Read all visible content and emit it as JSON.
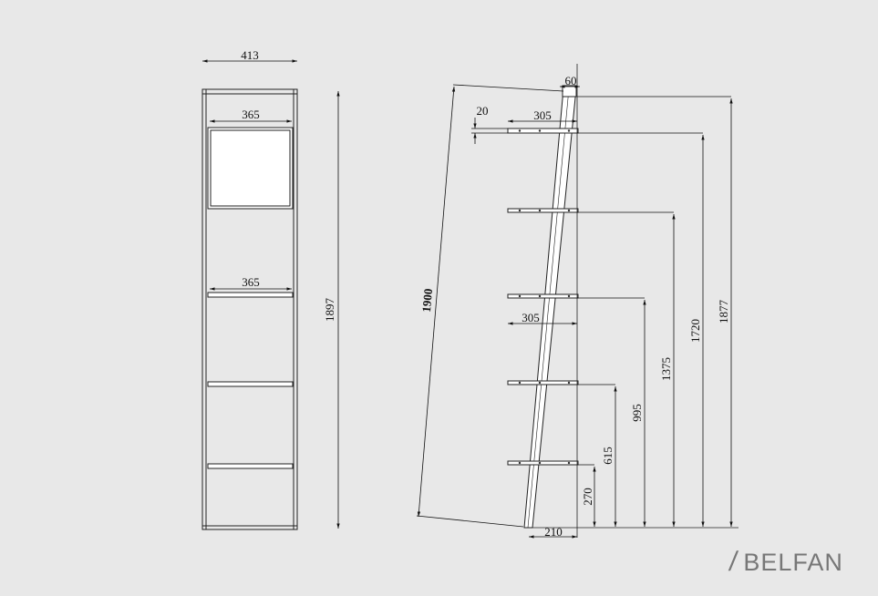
{
  "front_view": {
    "overall_width": "413",
    "top_shelf_width": "365",
    "mid_shelf_width": "365",
    "overall_height": "1897"
  },
  "side_view": {
    "top_depth": "60",
    "panel_thickness": "20",
    "top_shelf_depth": "305",
    "mid_shelf_depth": "305",
    "ladder_length": "1900",
    "base_depth": "210",
    "heights": {
      "h1": "270",
      "h2": "615",
      "h3": "995",
      "h4": "1375",
      "h5": "1720",
      "h6": "1877"
    }
  },
  "brand": {
    "slash": "/",
    "name": "BELFAN"
  }
}
